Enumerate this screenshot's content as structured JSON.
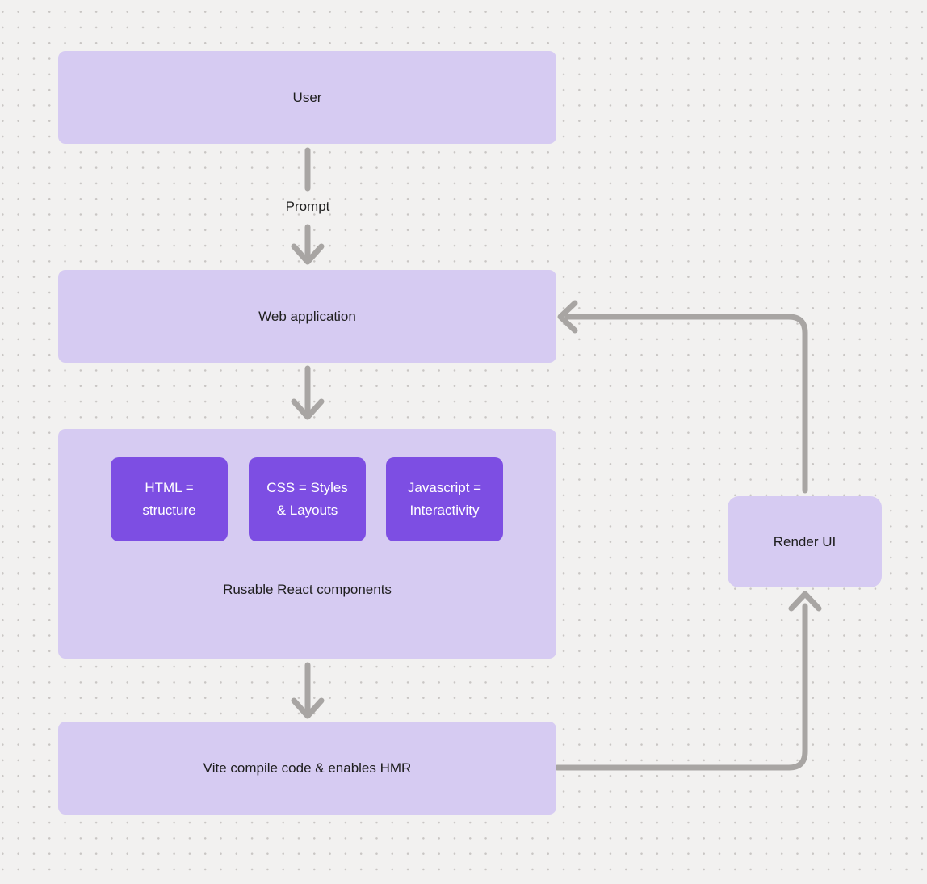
{
  "canvas": {
    "bg": "#f2f1f0",
    "dot_color": "#c9c6c4"
  },
  "colors": {
    "canvas_bg": "#f2f1f0",
    "dot_color": "#c9c6c4",
    "node_fill": "#d6cbf2",
    "component_fill": "#7d4ee3",
    "connector": "#a8a5a3",
    "text_dark": "#1e1e1e",
    "text_light": "#ffffff"
  },
  "nodes": {
    "user": {
      "label": "User"
    },
    "web_application": {
      "label": "Web application"
    },
    "components_group": {
      "label": "Rusable React components"
    },
    "components": [
      {
        "line1": "HTML =",
        "line2": "structure"
      },
      {
        "line1": "CSS = Styles",
        "line2": "& Layouts"
      },
      {
        "line1": "Javascript =",
        "line2": "Interactivity"
      }
    ],
    "vite": {
      "label": "Vite compile code & enables HMR"
    },
    "render_ui": {
      "label": "Render UI"
    }
  },
  "edges": {
    "prompt_label": "Prompt"
  }
}
